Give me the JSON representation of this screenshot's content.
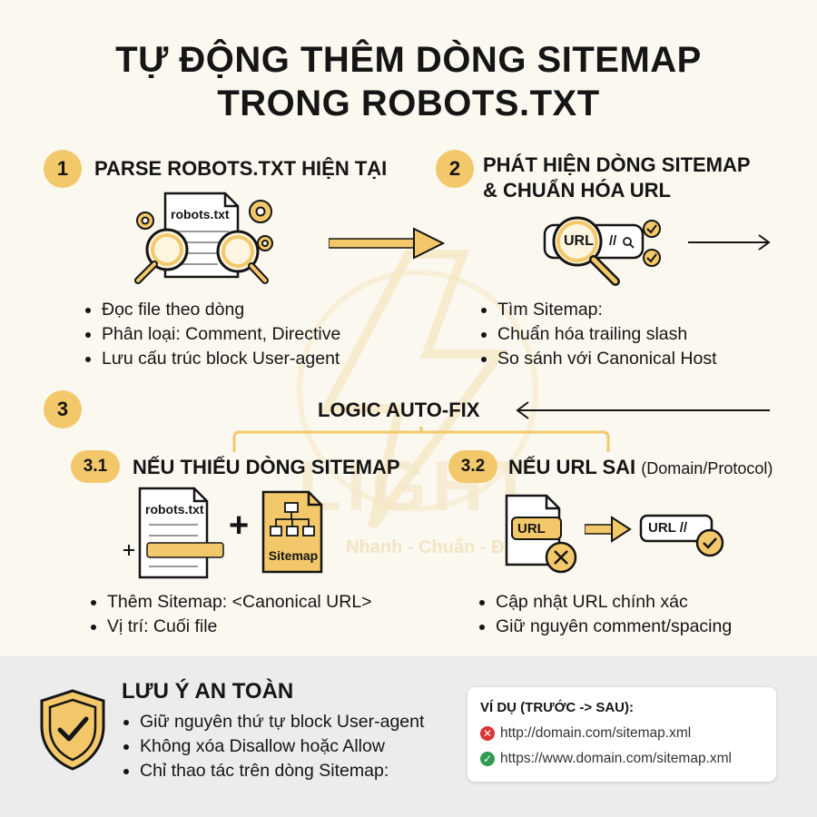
{
  "title": {
    "line1": "TỰ ĐỘNG THÊM DÒNG SITEMAP",
    "line2": "TRONG ROBOTS.TXT"
  },
  "step1": {
    "number": "1",
    "heading": "PARSE ROBOTS.TXT HIỆN TẠI",
    "file_label": "robots.txt",
    "bullets": [
      "Đọc file theo dòng",
      "Phân loại: Comment, Directive",
      "Lưu cấu trúc block User-agent"
    ]
  },
  "step2": {
    "number": "2",
    "heading_line1": "PHÁT HIỆN DÒNG SITEMAP",
    "heading_line2": "& CHUẨN HÓA URL",
    "url_label": "URL",
    "url_suffix": "//",
    "bullets": [
      "Tìm Sitemap:",
      "Chuẩn hóa trailing slash",
      "So sánh với Canonical Host"
    ]
  },
  "step3": {
    "number": "3",
    "heading": "LOGIC AUTO-FIX",
    "sub1": {
      "number": "3.1",
      "heading": "NẾU THIẾU DÒNG SITEMAP",
      "file_label": "robots.txt",
      "plus": "+",
      "sitemap_label": "Sitemap",
      "bullets": [
        "Thêm Sitemap: <Canonical URL>",
        "Vị trí: Cuối file"
      ]
    },
    "sub2": {
      "number": "3.2",
      "heading": "NẾU URL SAI",
      "heading_paren": "(Domain/Protocol)",
      "url_bad": "URL",
      "url_good": "URL //",
      "bullets": [
        "Cập nhật URL chính xác",
        "Giữ nguyên comment/spacing"
      ]
    }
  },
  "safety": {
    "heading": "LƯU Ý AN TOÀN",
    "bullets": [
      "Giữ nguyên thứ tự block User-agent",
      "Không xóa Disallow hoặc Allow",
      "Chỉ thao tác trên dòng Sitemap:"
    ]
  },
  "example": {
    "title": "VÍ DỤ (TRƯỚC -> SAU):",
    "before": "http://domain.com/sitemap.xml",
    "after": "https://www.domain.com/sitemap.xml"
  },
  "watermark": {
    "brand": "LIGHT",
    "tagline": "Nhanh - Chuẩn - Đẹp"
  },
  "colors": {
    "accent": "#f3c86a",
    "ink": "#151515",
    "error": "#d93636",
    "success": "#2e9b4f",
    "panel": "#ececec"
  }
}
